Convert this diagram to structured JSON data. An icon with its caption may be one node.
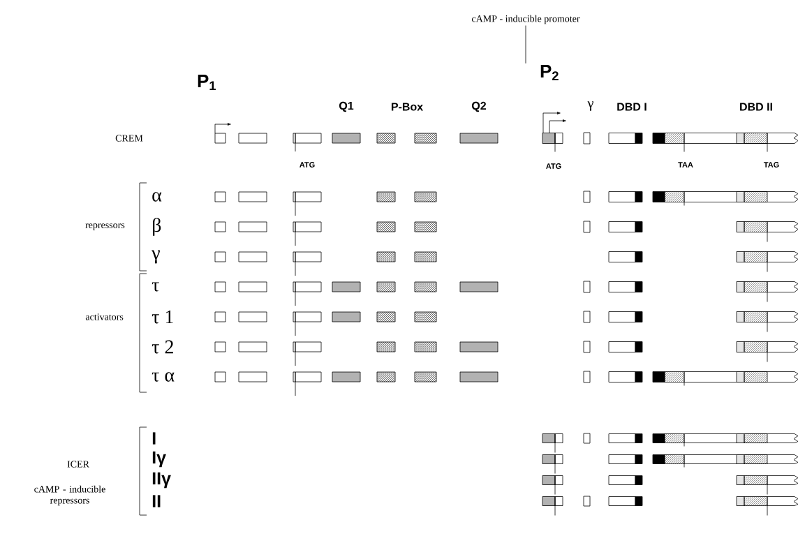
{
  "diagram": {
    "nodes": [
      {
        "text": [
          "cAMP - inducible promoter"
        ]
      },
      {
        "text": [
          "P$_{2}$"
        ]
      }
    ],
    "edges": [
      {
        "from": 0,
        "to": 1,
        "arrow": "none"
      }
    ],
    "labels": [
      "P$_{1}$",
      "Q1",
      "P-Box",
      "Q2",
      "γ",
      "DBD I",
      "DBD II",
      "CREM",
      "ATG",
      "ATG",
      "TAA",
      "TAG",
      "α",
      "repressors",
      "β",
      "γ",
      "τ",
      "τ 1",
      "activators",
      "τ 2",
      "τ α",
      "I",
      "ICER",
      "Iγ",
      "cAMP - inducible repressors",
      "IIγ",
      "II"
    ]
  }
}
